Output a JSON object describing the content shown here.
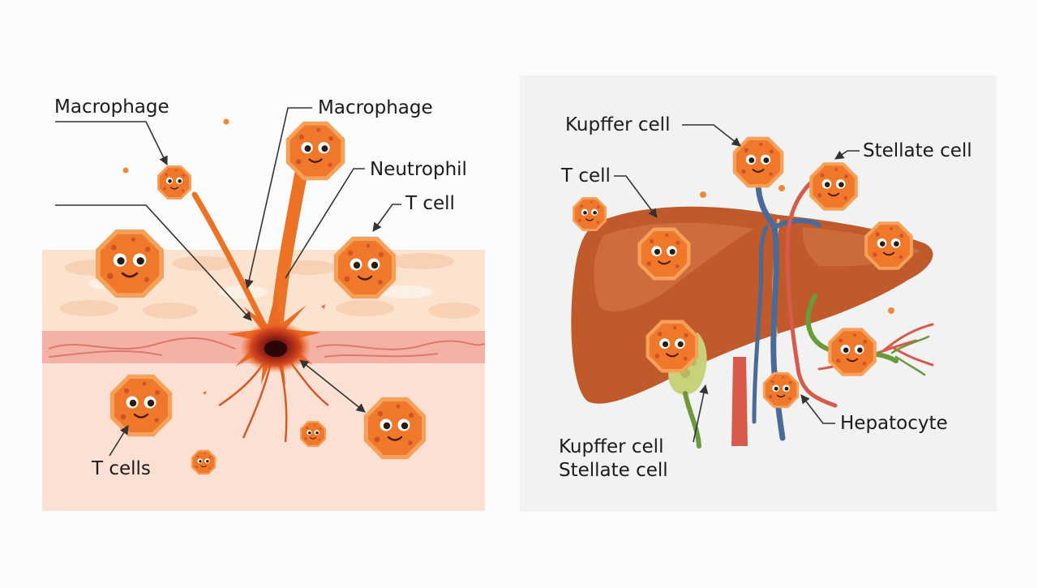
{
  "skin_panel": {
    "labels": {
      "macrophage_small": "Macrophage",
      "macrophage_top": "Macrophage",
      "neutrophil": "Neutrophil",
      "t_cell": "T cell",
      "t_cells": "T cells"
    }
  },
  "liver_panel": {
    "labels": {
      "kupffer_top": "Kupffer cell",
      "stellate_top": "Stellate cell",
      "t_cell": "T cell",
      "kupffer_bottom": "Kupffer cell",
      "stellate_bottom": "Stellate cell",
      "hepatocyte": "Hepatocyte"
    }
  },
  "colors": {
    "cell_fill": "#f0782a",
    "cell_outline": "#f6a15a",
    "cell_spots": "#d2502a",
    "skin_top": "#fbe3cf",
    "dermis": "#f5b2a4",
    "hypodermis": "#fbe0d3",
    "wound_core": "#5a0f0f",
    "liver": "#c05a2b",
    "liver_highlight": "#d87b4a",
    "vein_blue": "#4a6a9a",
    "artery_red": "#d85a4a",
    "bile_green": "#6a9a3a",
    "gallbladder": "#c8d27a"
  }
}
